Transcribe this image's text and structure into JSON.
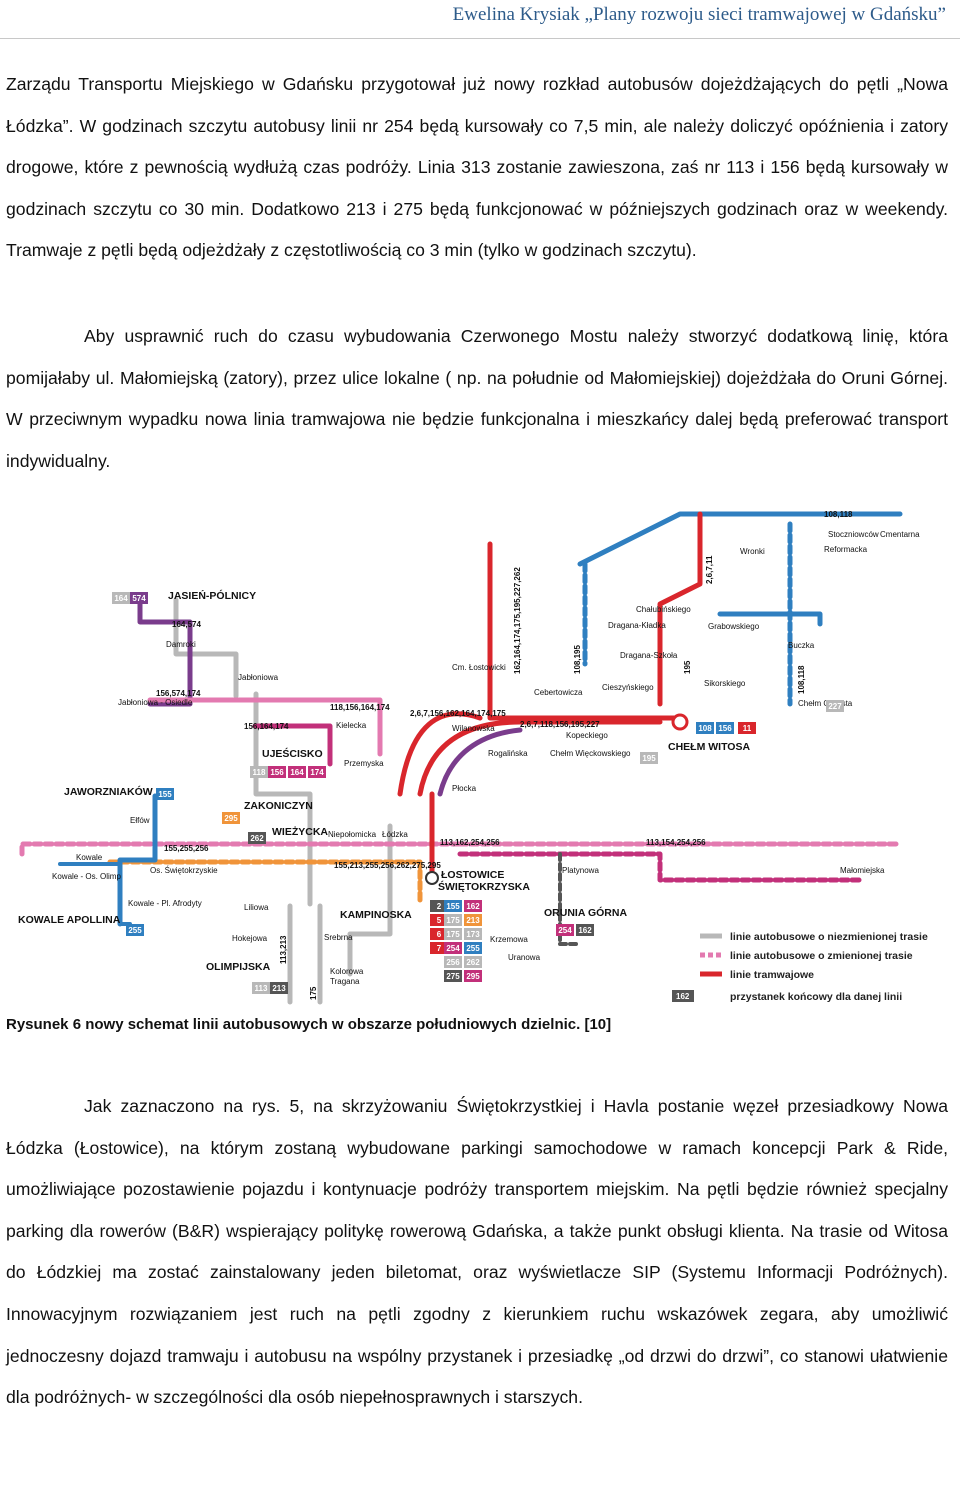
{
  "header": {
    "title": "Ewelina Krysiak „Plany rozwoju sieci tramwajowej w Gdańsku”"
  },
  "paragraphs": [
    "Zarządu Transportu Miejskiego w Gdańsku przygotował już nowy rozkład autobusów dojeżdżających do pętli „Nowa Łódzka”. W godzinach szczytu autobusy linii nr 254 będą kursowały co 7,5 min, ale należy doliczyć opóźnienia i zatory drogowe, które z pewnością wydłużą czas podróży. Linia 313 zostanie zawieszona, zaś nr 113 i 156 będą kursowały w godzinach szczytu co 30 min. Dodatkowo 213 i 275 będą funkcjonować w późniejszych godzinach oraz w weekendy. Tramwaje z pętli będą odjeżdżały z częstotliwością co 3 min (tylko w godzinach szczytu).",
    "Aby usprawnić ruch do czasu wybudowania Czerwonego Mostu należy stworzyć dodatkową linię, która pomijałaby ul. Małomiejską (zatory), przez ulice lokalne ( np. na południe od Małomiejskiej) dojeżdżała do Oruni Górnej. W przeciwnym wypadku nowa linia tramwajowa nie będzie funkcjonalna i mieszkańcy dalej będą preferować transport indywidualny.",
    "Jak zaznaczono na rys. 5, na skrzyżowaniu Świętokrzystkiej i Havla postanie węzeł przesiadkowy Nowa Łódzka (Łostowice), na którym zostaną wybudowane parkingi samochodowe w ramach koncepcji Park & Ride, umożliwiające pozostawienie pojazdu i kontynuacje podróży transportem miejskim. Na pętli będzie również specjalny parking dla rowerów (B&R) wspierający politykę rowerową Gdańska, a także punkt obsługi klienta. Na trasie od Witosa do Łódzkiej ma zostać zainstalowany jeden biletomat, oraz wyświetlacze SIP (Systemu Informacji Podróżnych). Innowacyjnym rozwiązaniem jest ruch na pętli zgodny z  kierunkiem ruchu wskazówek zegara, aby umożliwić jednoczesny dojazd tramwaju i autobusu na wspólny przystanek i przesiadkę „od drzwi do drzwi”, co stanowi ułatwienie dla podróżnych- w szczególności dla osób niepełnosprawnych i starszych."
  ],
  "figure": {
    "caption": "Rysunek 6 nowy schemat linii autobusowych w obszarze południowych dzielnic. [10]",
    "colors": {
      "blue": "#2f7fc0",
      "red": "#d9262c",
      "pink": "#e37ab0",
      "orange": "#f0943a",
      "magenta": "#c2307a",
      "grey": "#b8b8b8",
      "purple": "#7a3c8c",
      "darkgrey": "#555555"
    },
    "hubs": {
      "jasien": "JASIEŃ-PÓLNICY",
      "ujescisko": "UJEŚCISKO",
      "jaworzniakow": "JAWORZNIAKÓW",
      "zakoniczyn": "ZAKONICZYN",
      "wiezycka": "WIEŻYCKA",
      "lostowice_1": "ŁOSTOWICE",
      "lostowice_2": "ŚWIĘTOKRZYSKA",
      "kampinoska": "KAMPINOSKA",
      "kowale": "KOWALE APOLLINA",
      "olimpijska": "OLIMPIJSKA",
      "orunia": "ORUNIA GÓRNA",
      "chelm": "CHEŁM WITOSA"
    },
    "stops": {
      "damroki": "Damroki",
      "jablonowa": "Jabłoniowa",
      "jablonowa_osiedle": "Jabłoniowa - Osiedle",
      "kielecka": "Kielecka",
      "przemyska": "Przemyska",
      "ellow": "Ełfów",
      "kowale": "Kowale",
      "kowale_olimp": "Kowale - Os. Olimp",
      "os_swietokrzyskie": "Os. Świętokrzyskie",
      "kowale_afrodyty": "Kowale - Pl. Afrodyty",
      "lilowa": "Liliowa",
      "hokejowa": "Hokejowa",
      "niepolomicka": "Niepołomicka",
      "lodzka": "Łódzka",
      "srebrna": "Srebrna",
      "kolorowa": "Kolorowa",
      "tragana": "Tragana",
      "platynowa": "Platynowa",
      "malomiejska": "Małomiejska",
      "krzemowa": "Krzemowa",
      "uranowa": "Uranowa",
      "plocka": "Płocka",
      "rogalinska": "Rogalińska",
      "wilanowska": "Wilanowska",
      "cm_lostowicki": "Cm. Łostowicki",
      "cebertowicza": "Cebertowicza",
      "kopeckiego": "Kopeckiego",
      "chelm_wieckowskiego": "Chełm Więckowskiego",
      "chalubinskiego": "Chałubińskiego",
      "dragana_kladka": "Dragana-Kładka",
      "dragana_szkola": "Dragana-Szkoła",
      "cieszynskiego": "Cieszyńskiego",
      "grabowskiego": "Grabowskiego",
      "sikorskiego": "Sikorskiego",
      "buczka": "Buczka",
      "chelm_cienista": "Chełm Cienista",
      "wronki": "Wronki",
      "reformacka": "Reformacka",
      "stoczniowcow": "Stoczniowców",
      "cmentarna": "Cmentarna"
    },
    "line_labels": {
      "jasien_lines": "164,574",
      "jablonowa_lines": "156,574,174",
      "ujescisko_top": "156,164,174",
      "kielecka_lines": "118,156,164,174",
      "wilanowska_lines": "2,6,7,156,162,164,174,175",
      "tram_lines": "2,6,7,118,156,195,227",
      "vertical_lines": "162,164,174,175,195,227,262",
      "west_lines": "155,255,256",
      "lostowice_lines": "155,213,255,256,262,275,295",
      "east_lines": "113,162,254,256",
      "malomiejska_lines": "113,154,254,256",
      "top_right": "108,118",
      "vertical_right": "2,6,7,11",
      "vertical_108": "108,118",
      "vertical_108_195": "108,195",
      "lines_195": "195",
      "olimpijska_lines": "113,213",
      "lines_175": "175"
    },
    "badges": [
      "164",
      "574",
      "118",
      "156",
      "164",
      "174",
      "155",
      "295",
      "262",
      "2",
      "155",
      "162",
      "5",
      "175",
      "213",
      "6",
      "175",
      "173",
      "7",
      "254",
      "255",
      "256",
      "262",
      "275",
      "295",
      "254",
      "162",
      "113",
      "213",
      "108",
      "156",
      "11",
      "227",
      "195",
      "255"
    ],
    "legend": {
      "fixed": "linie autobusowe o niezmienionej trasie",
      "changed": "linie autobusowe o zmienionej trasie",
      "tram": "linie tramwajowe",
      "terminal": "przystanek końcowy dla danej linii",
      "badge": "162"
    }
  }
}
